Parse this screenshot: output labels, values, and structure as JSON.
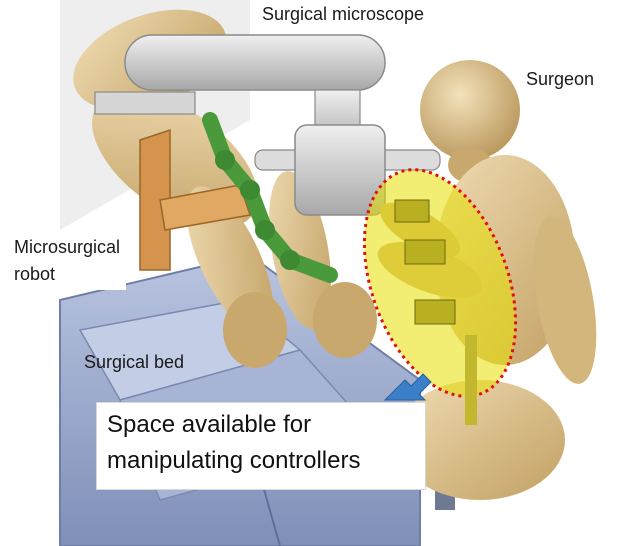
{
  "labels": {
    "microscope": "Surgical microscope",
    "surgeon": "Surgeon",
    "robot_line1": "Microsurgical",
    "robot_line2": "robot",
    "bed": "Surgical bed"
  },
  "callout": {
    "line1": "Space available for",
    "line2": "manipulating controllers"
  },
  "colors": {
    "mannequin": "#d9c08f",
    "microscope": "#cfcfcf",
    "robot_arm": "#4a9a3c",
    "robot_bracket": "#d4944e",
    "bed": "#8fa0c8",
    "highlight_fill": "#e8e000",
    "highlight_outline": "#e01010",
    "arrow": "#3a7fc8"
  }
}
